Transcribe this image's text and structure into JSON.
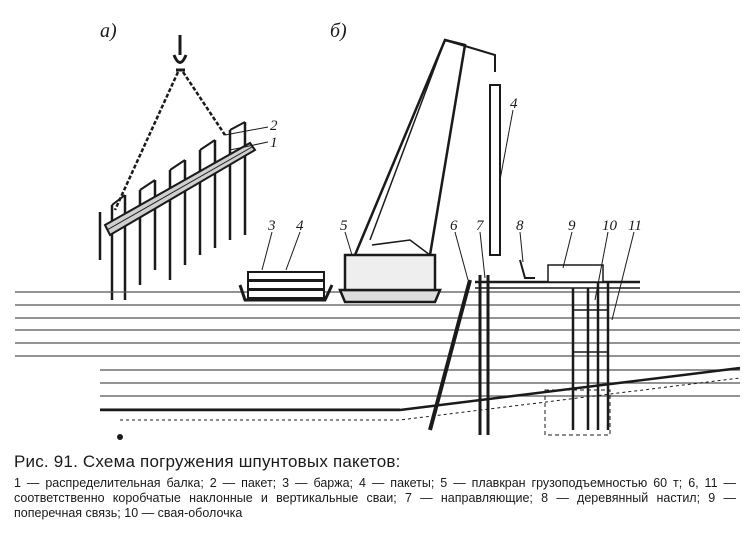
{
  "figure": {
    "panel_a": "а)",
    "panel_b": "б)",
    "labels": [
      "1",
      "2",
      "3",
      "4",
      "4",
      "5",
      "6",
      "7",
      "8",
      "9",
      "10",
      "11"
    ]
  },
  "caption": {
    "title": "Рис. 91. Схема погружения шпунтовых пакетов:",
    "body": "1 — распределительная балка; 2 — пакет; 3 — баржа; 4 — пакеты; 5 — плавкран грузоподъемностью 60 т; 6, 11 — соответственно коробчатые наклонные и вертикальные сваи; 7 — направляющие; 8 — деревянный настил; 9 — поперечная связь; 10 — свая-оболочка"
  }
}
